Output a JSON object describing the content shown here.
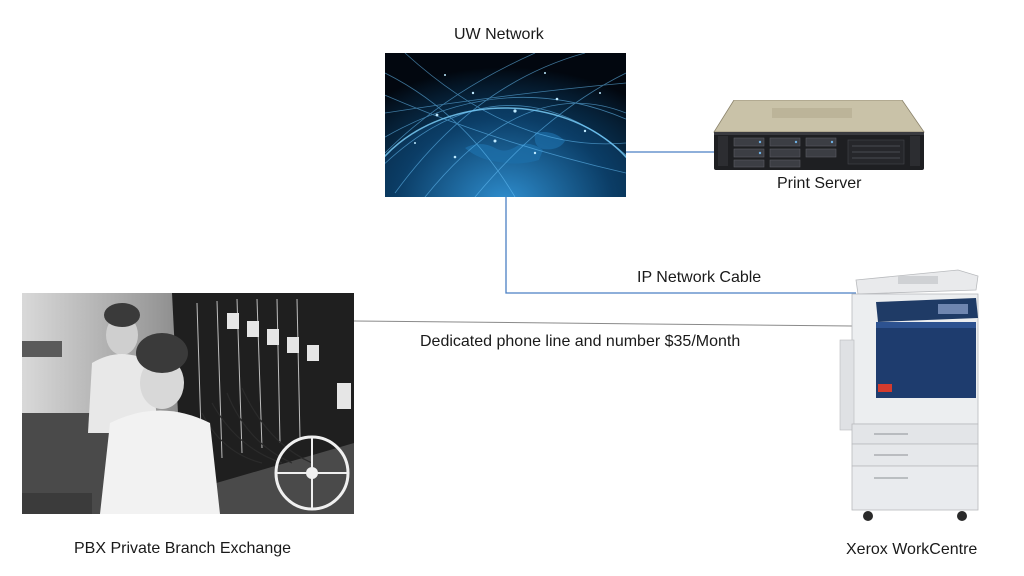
{
  "labels": {
    "uw_network": "UW Network",
    "print_server": "Print Server",
    "ip_cable": "IP Network Cable",
    "phone_line": "Dedicated phone line and number $35/Month",
    "pbx": "PBX Private Branch Exchange",
    "xerox": "Xerox WorkCentre"
  },
  "colors": {
    "ip_link": "#4a7fc4",
    "phone_link": "#8a8a8a",
    "globe_glow": "#2aa0e0"
  }
}
